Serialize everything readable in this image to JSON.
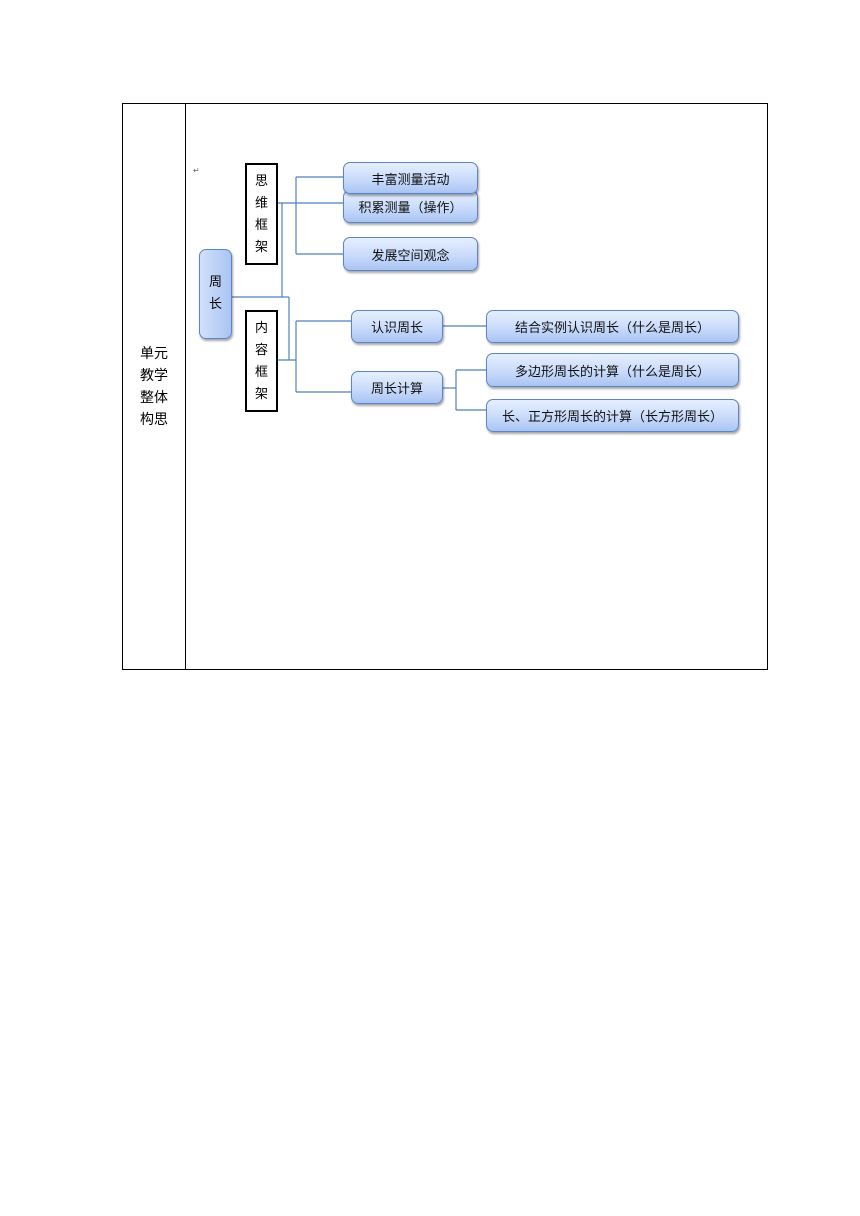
{
  "table": {
    "left_label": "单元教学整体构思"
  },
  "diagram": {
    "root": "周长",
    "branches": [
      {
        "label": "思维框架",
        "children": [
          "丰富测量活动",
          "积累测量（操作）",
          "发展空间观念"
        ]
      },
      {
        "label": "内容框架",
        "children": [
          {
            "label": "认识周长",
            "children": [
              "结合实例认识周长（什么是周长）"
            ]
          },
          {
            "label": "周长计算",
            "children": [
              "多边形周长的计算（什么是周长）",
              "长、正方形周长的计算（长方形周长）"
            ]
          }
        ]
      }
    ]
  }
}
